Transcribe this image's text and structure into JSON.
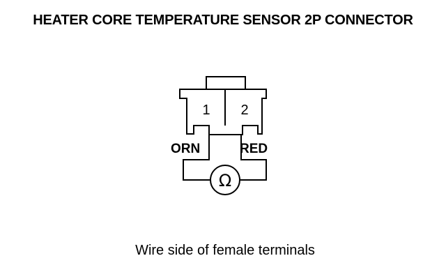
{
  "title": "HEATER CORE TEMPERATURE SENSOR 2P CONNECTOR",
  "connector": {
    "pins": [
      "1",
      "2"
    ]
  },
  "wires": {
    "left": "ORN",
    "right": "RED"
  },
  "meter": {
    "symbol": "Ω",
    "icon": "ohmmeter-icon"
  },
  "caption": "Wire side of female terminals"
}
